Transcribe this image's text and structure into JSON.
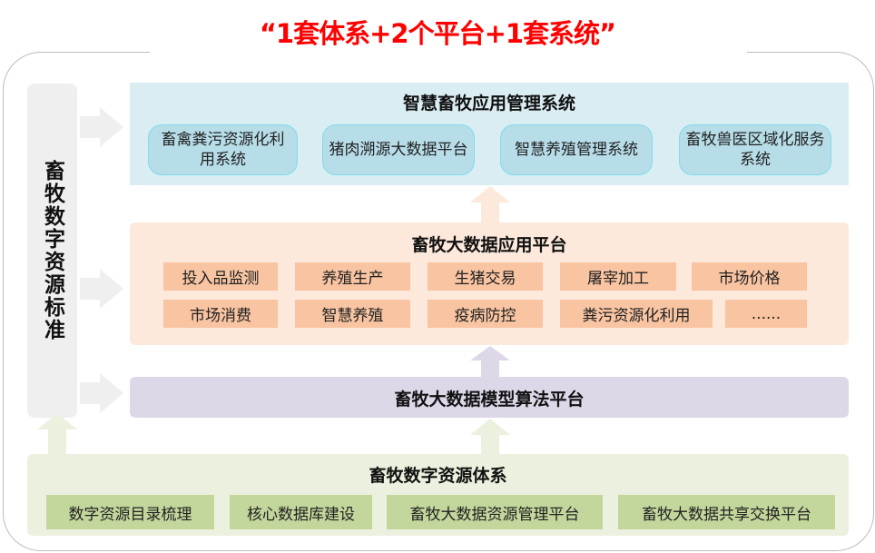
{
  "title": "“1套体系+2个平台+1套系统”",
  "left_bar": {
    "label": "畜牧数字资源标准"
  },
  "app_system": {
    "title": "智慧畜牧应用管理系统",
    "items": [
      "畜禽粪污资源化利用系统",
      "猪肉溯源大数据平台",
      "智慧养殖管理系统",
      "畜牧兽医区域化服务系统"
    ]
  },
  "app_platform": {
    "title": "畜牧大数据应用平台",
    "items": [
      "投入品监测",
      "养殖生产",
      "生猪交易",
      "屠宰加工",
      "市场价格",
      "市场消费",
      "智慧养殖",
      "疫病防控",
      "粪污资源化利用",
      "......"
    ]
  },
  "model_platform": {
    "title": "畜牧大数据模型算法平台"
  },
  "resource_system": {
    "title": "畜牧数字资源体系",
    "items": [
      "数字资源目录梳理",
      "核心数据库建设",
      "畜牧大数据资源管理平台",
      "畜牧大数据共享交换平台"
    ]
  },
  "colors": {
    "title": "#ff0000",
    "app_system_bg": "#daedf3",
    "app_platform_bg": "#fde9dc",
    "model_bg": "#ddd7e7",
    "resource_bg": "#ebf1de"
  }
}
